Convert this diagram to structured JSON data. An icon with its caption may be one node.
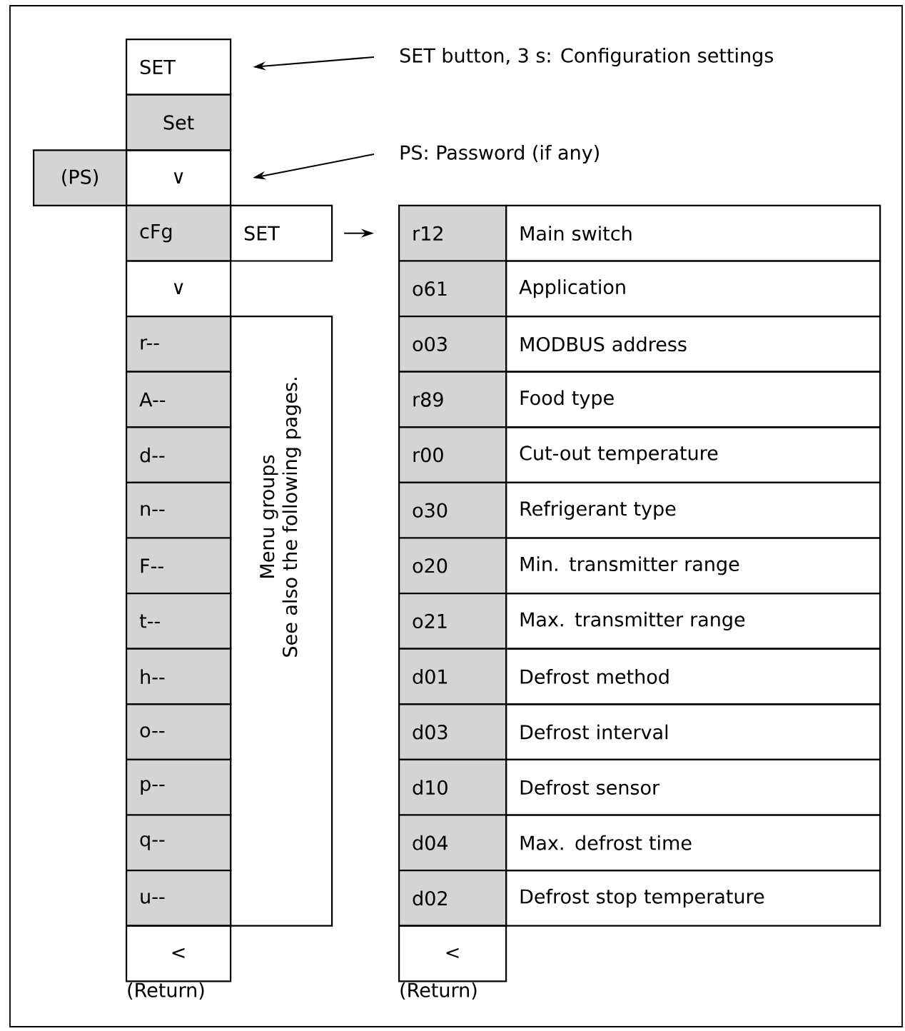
{
  "diagram": {
    "nodes": [
      {
        "text": [
          "SET"
        ]
      },
      {
        "text": [
          "Set"
        ]
      },
      {
        "text": [
          "(PS)"
        ]
      },
      {
        "text": [
          "∨"
        ]
      },
      {
        "text": [
          "cFg"
        ]
      },
      {
        "text": [
          "SET"
        ]
      },
      {
        "text": [
          "∨"
        ]
      },
      {
        "text": [
          "r--"
        ]
      },
      {
        "text": [
          "A--"
        ]
      },
      {
        "text": [
          "d--"
        ]
      },
      {
        "text": [
          "n--"
        ]
      },
      {
        "text": [
          "F--"
        ]
      },
      {
        "text": [
          "t--"
        ]
      },
      {
        "text": [
          "h--"
        ]
      },
      {
        "text": [
          "o--"
        ]
      },
      {
        "text": [
          "p--"
        ]
      },
      {
        "text": [
          "q--"
        ]
      },
      {
        "text": [
          "u--"
        ]
      },
      {
        "text": [
          "Menu groups",
          "See also the following pages."
        ]
      },
      {
        "text": [
          "<"
        ],
        "beside": [
          "(Return)"
        ]
      },
      {
        "text": [
          "SET button, 3 s: Configuration settings"
        ]
      },
      {
        "text": [
          "PS: Password (if any)"
        ]
      },
      {
        "text": [
          "r12"
        ]
      },
      {
        "text": [
          "Main switch"
        ]
      },
      {
        "text": [
          "o61"
        ]
      },
      {
        "text": [
          "Application"
        ]
      },
      {
        "text": [
          "o03"
        ]
      },
      {
        "text": [
          "MODBUS address"
        ]
      },
      {
        "text": [
          "r89"
        ]
      },
      {
        "text": [
          "Food type"
        ]
      },
      {
        "text": [
          "r00"
        ]
      },
      {
        "text": [
          "Cut-out temperature"
        ]
      },
      {
        "text": [
          "o30"
        ]
      },
      {
        "text": [
          "Refrigerant type"
        ]
      },
      {
        "text": [
          "o20"
        ]
      },
      {
        "text": [
          "Min. transmitter range"
        ]
      },
      {
        "text": [
          "o21"
        ]
      },
      {
        "text": [
          "Max. transmitter range"
        ]
      },
      {
        "text": [
          "d01"
        ]
      },
      {
        "text": [
          "Defrost method"
        ]
      },
      {
        "text": [
          "d03"
        ]
      },
      {
        "text": [
          "Defrost interval"
        ]
      },
      {
        "text": [
          "d10"
        ]
      },
      {
        "text": [
          "Defrost sensor"
        ]
      },
      {
        "text": [
          "d04"
        ]
      },
      {
        "text": [
          "Max. defrost time"
        ]
      },
      {
        "text": [
          "d02"
        ]
      },
      {
        "text": [
          "Defrost stop temperature"
        ]
      },
      {
        "text": [
          "<"
        ],
        "beside": [
          "(Return)"
        ]
      }
    ],
    "edges": [
      {
        "from": 20,
        "to": 0,
        "arrow": "to"
      },
      {
        "from": 21,
        "to": 3,
        "arrow": "to"
      },
      {
        "from": 5,
        "to": 22,
        "arrow": "to"
      }
    ]
  }
}
